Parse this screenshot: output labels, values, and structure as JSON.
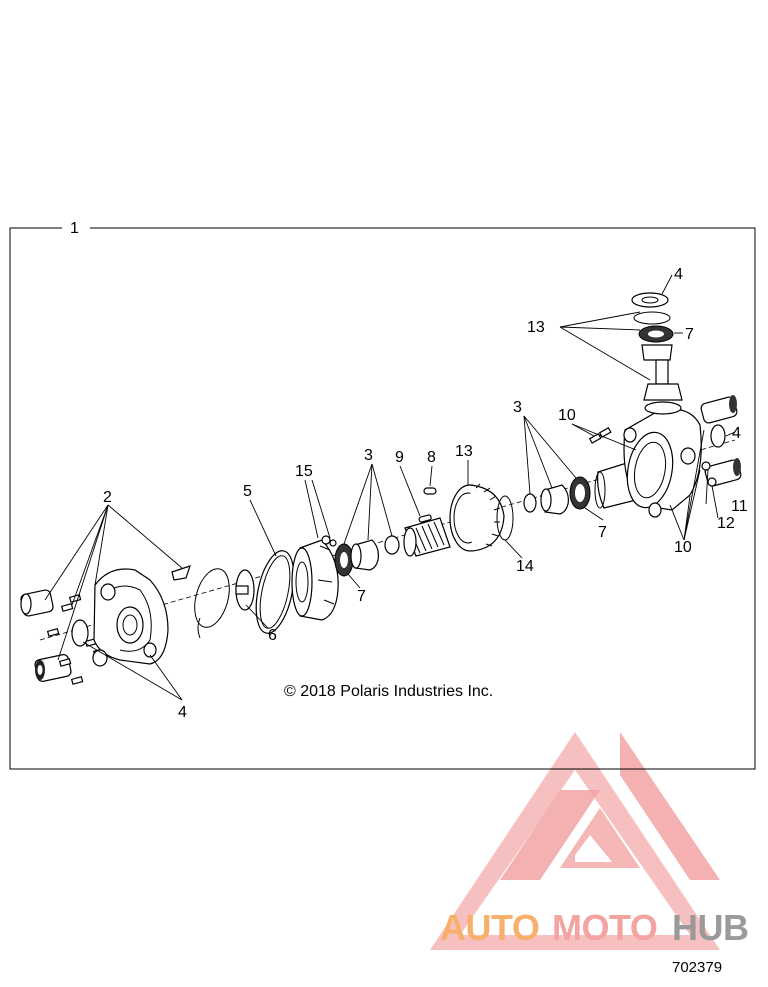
{
  "diagram": {
    "frame_label": "1",
    "callouts": [
      "2",
      "3",
      "4",
      "5",
      "6",
      "7",
      "8",
      "9",
      "10",
      "11",
      "12",
      "13",
      "14",
      "15"
    ],
    "copyright": "© 2018 Polaris Industries Inc.",
    "document_number": "702379"
  },
  "watermark": {
    "brand_parts": [
      "AUTO",
      "MOTO",
      "HUB"
    ],
    "colors": {
      "auto": "#f6b06b",
      "moto": "#f3a3a0",
      "hub": "#9a9a9a",
      "logo": "#f08d8d"
    }
  }
}
